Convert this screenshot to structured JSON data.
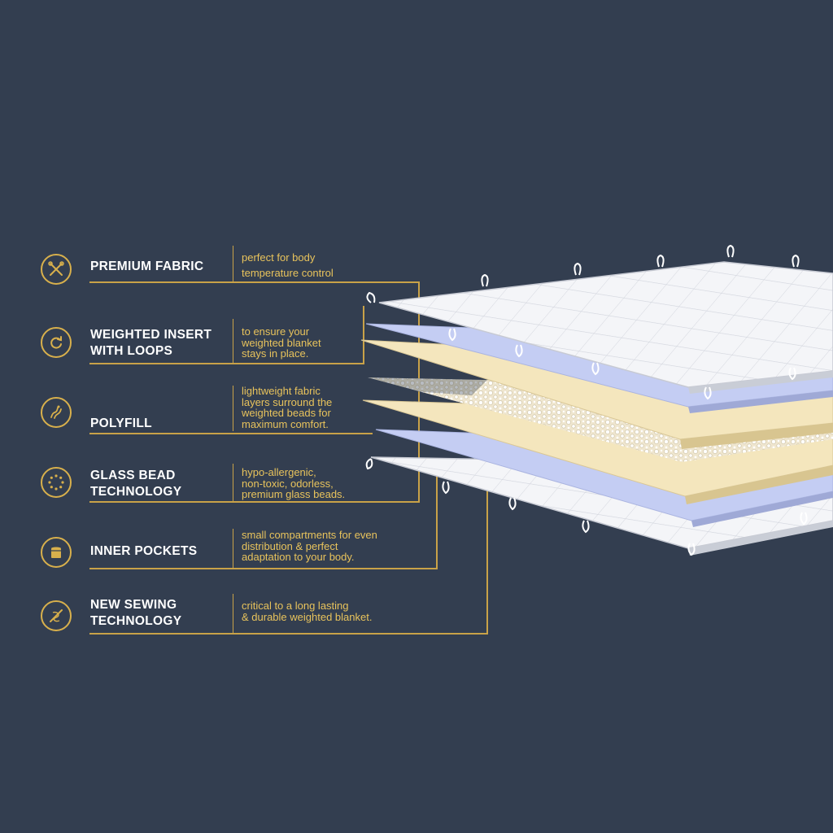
{
  "accent_color": "#d8b04c",
  "background_color": "#333e50",
  "features": [
    {
      "title": "PREMIUM FABRIC",
      "description": "perfect for body\ntemperature control",
      "icon": "crossed-needles-icon"
    },
    {
      "title": "WEIGHTED INSERT\nWITH LOOPS",
      "description": "to ensure your\nweighted blanket\nstays in place.",
      "icon": "loop-arrow-icon"
    },
    {
      "title": "POLYFILL",
      "description": "lightweight fabric\nlayers surround the\nweighted beads for\nmaximum comfort.",
      "icon": "fiber-icon"
    },
    {
      "title": "GLASS BEAD\nTECHNOLOGY",
      "description": "hypo-allergenic,\nnon-toxic, odorless,\npremium glass beads.",
      "icon": "bead-ring-icon"
    },
    {
      "title": "INNER POCKETS",
      "description": "small compartments for even\ndistribution & perfect\nadaptation to your body.",
      "icon": "pocket-icon"
    },
    {
      "title": "NEW SEWING\nTECHNOLOGY",
      "description": "critical to a long lasting\n& durable weighted blanket.",
      "icon": "sewing-needle-icon"
    }
  ]
}
